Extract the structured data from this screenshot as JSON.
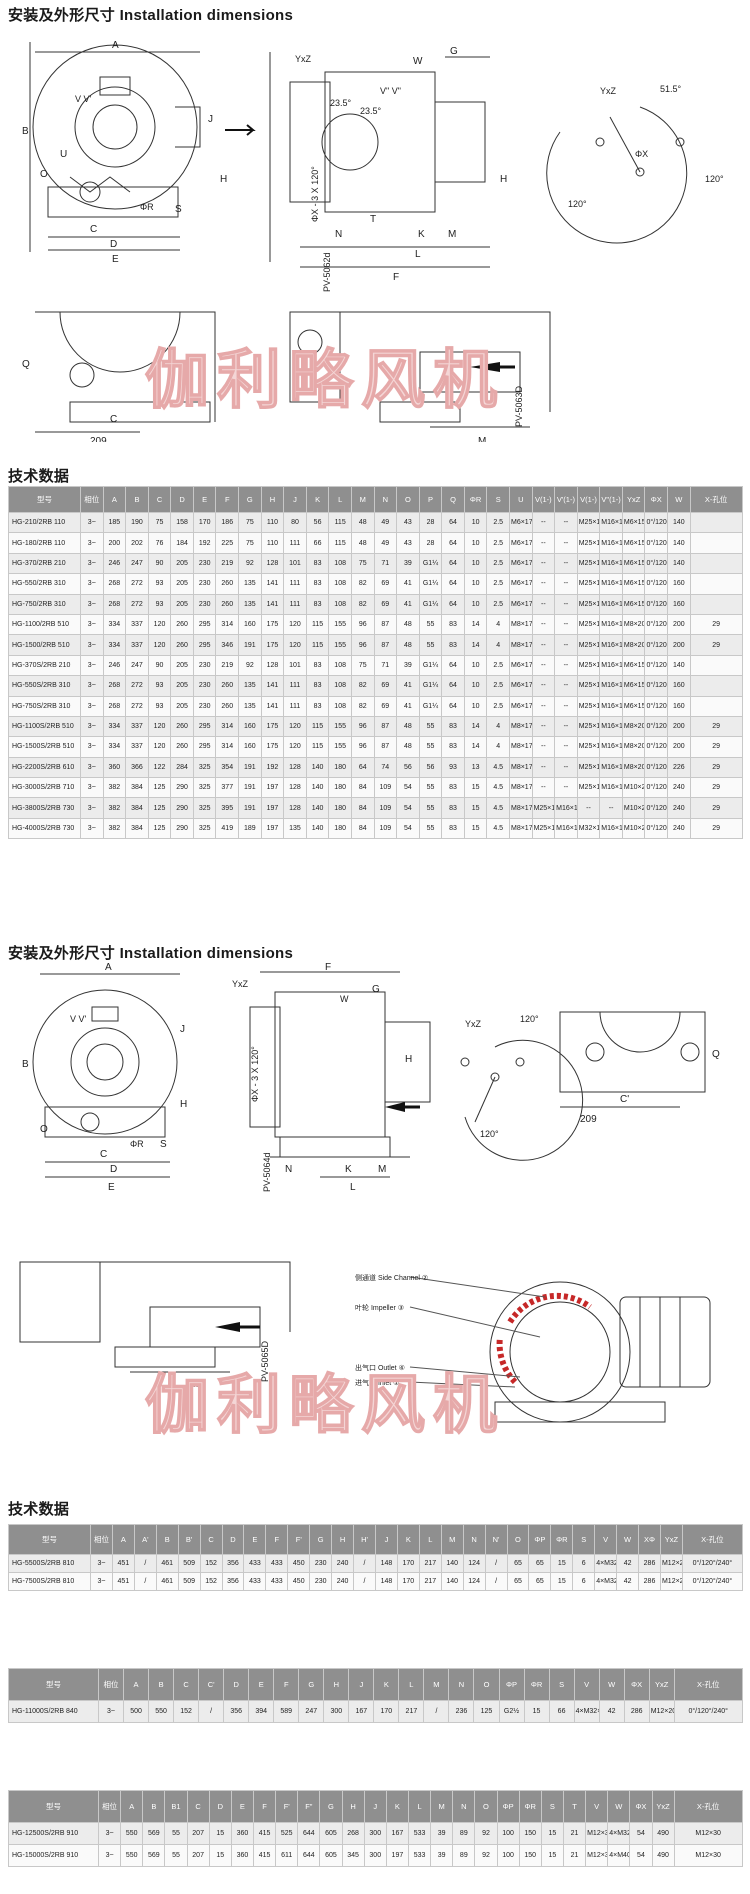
{
  "section1": {
    "title": "安装及外形尺寸 Installation dimensions",
    "drawing_labels": {
      "A": "A",
      "B": "B",
      "C": "C",
      "D": "D",
      "E": "E",
      "F": "F",
      "G": "G",
      "H": "H",
      "J": "J",
      "K": "K",
      "L": "L",
      "M": "M",
      "N": "N",
      "O": "O",
      "Q": "Q",
      "S": "S",
      "T": "T",
      "W": "W",
      "phi_r": "ΦR",
      "phi_x": "ΦX",
      "yxz": "YxZ",
      "vv": "V  V'",
      "vv2": "V\"  V\"",
      "angle_235a": "23.5°",
      "angle_235b": "23.5°",
      "angle_515": "51.5°",
      "angle_120a": "120°",
      "angle_120b": "120°",
      "phi_x_3x120": "ΦX - 3 X 120°",
      "pv5062": "PV-5062d",
      "pv5063": "PV-5063D",
      "dim_209": "209",
      "C2": "C",
      "M2": "M"
    }
  },
  "table1": {
    "heading": "技术数据",
    "group_header": "X-孔位",
    "columns": [
      "型号",
      "相位",
      "A",
      "B",
      "C",
      "D",
      "E",
      "F",
      "G",
      "H",
      "J",
      "K",
      "L",
      "M",
      "N",
      "O",
      "P",
      "Q",
      "ΦR",
      "S",
      "U",
      "V(1-)",
      "V'(1-)",
      "V(1-)",
      "V\"(1-)",
      "YxZ",
      "ΦX",
      "W"
    ],
    "rows": [
      [
        "HG-210/2RB 110",
        "3~",
        "185",
        "190",
        "75",
        "158",
        "170",
        "186",
        "75",
        "110",
        "80",
        "56",
        "115",
        "48",
        "49",
        "43",
        "28",
        "64",
        "10",
        "2.5",
        "M6×17",
        "--",
        "--",
        "M25×1.5",
        "M16×1.5",
        "M6×15",
        "0°/120°/240°",
        "140",
        ""
      ],
      [
        "HG-180/2RB 110",
        "3~",
        "200",
        "202",
        "76",
        "184",
        "192",
        "225",
        "75",
        "110",
        "111",
        "66",
        "115",
        "48",
        "49",
        "43",
        "28",
        "64",
        "10",
        "2.5",
        "M6×17",
        "--",
        "--",
        "M25×1.5",
        "M16×1.5",
        "M6×15",
        "0°/120°/240°",
        "140",
        ""
      ],
      [
        "HG-370/2RB 210",
        "3~",
        "246",
        "247",
        "90",
        "205",
        "230",
        "219",
        "92",
        "128",
        "101",
        "83",
        "108",
        "75",
        "71",
        "39",
        "G1¼",
        "64",
        "10",
        "2.5",
        "M6×17",
        "--",
        "--",
        "M25×1.5",
        "M16×1.5",
        "M6×15",
        "0°/120°/240°",
        "140",
        ""
      ],
      [
        "HG-550/2RB 310",
        "3~",
        "268",
        "272",
        "93",
        "205",
        "230",
        "260",
        "135",
        "141",
        "111",
        "83",
        "108",
        "82",
        "69",
        "41",
        "G1¼",
        "64",
        "10",
        "2.5",
        "M6×17",
        "--",
        "--",
        "M25×1.5",
        "M16×1.5",
        "M6×15",
        "0°/120°/240°",
        "160",
        ""
      ],
      [
        "HG-750/2RB 310",
        "3~",
        "268",
        "272",
        "93",
        "205",
        "230",
        "260",
        "135",
        "141",
        "111",
        "83",
        "108",
        "82",
        "69",
        "41",
        "G1¼",
        "64",
        "10",
        "2.5",
        "M6×17",
        "--",
        "--",
        "M25×1.5",
        "M16×1.5",
        "M6×15",
        "0°/120°/240°",
        "160",
        ""
      ],
      [
        "HG-1100/2RB 510",
        "3~",
        "334",
        "337",
        "120",
        "260",
        "295",
        "314",
        "160",
        "175",
        "120",
        "115",
        "155",
        "96",
        "87",
        "48",
        "55",
        "83",
        "14",
        "4",
        "M8×17",
        "--",
        "--",
        "M25×1.5",
        "M16×1.5",
        "M8×20",
        "0°/120°/240°",
        "200",
        "29"
      ],
      [
        "HG-1500/2RB 510",
        "3~",
        "334",
        "337",
        "120",
        "260",
        "295",
        "346",
        "191",
        "175",
        "120",
        "115",
        "155",
        "96",
        "87",
        "48",
        "55",
        "83",
        "14",
        "4",
        "M8×17",
        "--",
        "--",
        "M25×1.5",
        "M16×1.5",
        "M8×20",
        "0°/120°/240°",
        "200",
        "29"
      ],
      [
        "HG-370S/2RB 210",
        "3~",
        "246",
        "247",
        "90",
        "205",
        "230",
        "219",
        "92",
        "128",
        "101",
        "83",
        "108",
        "75",
        "71",
        "39",
        "G1¼",
        "64",
        "10",
        "2.5",
        "M6×17",
        "--",
        "--",
        "M25×1.5",
        "M16×1.5",
        "M6×15",
        "0°/120°/240°",
        "140",
        ""
      ],
      [
        "HG-550S/2RB 310",
        "3~",
        "268",
        "272",
        "93",
        "205",
        "230",
        "260",
        "135",
        "141",
        "111",
        "83",
        "108",
        "82",
        "69",
        "41",
        "G1¼",
        "64",
        "10",
        "2.5",
        "M6×17",
        "--",
        "--",
        "M25×1.5",
        "M16×1.5",
        "M6×15",
        "0°/120°/240°",
        "160",
        ""
      ],
      [
        "HG-750S/2RB 310",
        "3~",
        "268",
        "272",
        "93",
        "205",
        "230",
        "260",
        "135",
        "141",
        "111",
        "83",
        "108",
        "82",
        "69",
        "41",
        "G1¼",
        "64",
        "10",
        "2.5",
        "M6×17",
        "--",
        "--",
        "M25×1.5",
        "M16×1.5",
        "M6×15",
        "0°/120°/240°",
        "160",
        ""
      ],
      [
        "HG-1100S/2RB 510",
        "3~",
        "334",
        "337",
        "120",
        "260",
        "295",
        "314",
        "160",
        "175",
        "120",
        "115",
        "155",
        "96",
        "87",
        "48",
        "55",
        "83",
        "14",
        "4",
        "M8×17",
        "--",
        "--",
        "M25×1.5",
        "M16×1.5",
        "M8×20",
        "0°/120°/240°",
        "200",
        "29"
      ],
      [
        "HG-1500S/2RB 510",
        "3~",
        "334",
        "337",
        "120",
        "260",
        "295",
        "314",
        "160",
        "175",
        "120",
        "115",
        "155",
        "96",
        "87",
        "48",
        "55",
        "83",
        "14",
        "4",
        "M8×17",
        "--",
        "--",
        "M25×1.5",
        "M16×1.5",
        "M8×20",
        "0°/120°/240°",
        "200",
        "29"
      ],
      [
        "HG-2200S/2RB 610",
        "3~",
        "360",
        "366",
        "122",
        "284",
        "325",
        "354",
        "191",
        "192",
        "128",
        "140",
        "180",
        "64",
        "74",
        "56",
        "56",
        "93",
        "13",
        "4.5",
        "M8×17",
        "--",
        "--",
        "M25×1.5",
        "M16×1.5",
        "M8×20",
        "0°/120°/240°",
        "226",
        "29"
      ],
      [
        "HG-3000S/2RB 710",
        "3~",
        "382",
        "384",
        "125",
        "290",
        "325",
        "377",
        "191",
        "197",
        "128",
        "140",
        "180",
        "84",
        "109",
        "54",
        "55",
        "83",
        "15",
        "4.5",
        "M8×17",
        "--",
        "--",
        "M25×1.5",
        "M16×1.5",
        "M10×20",
        "0°/120°/240°",
        "240",
        "29"
      ],
      [
        "HG-3800S/2RB 730",
        "3~",
        "382",
        "384",
        "125",
        "290",
        "325",
        "395",
        "191",
        "197",
        "128",
        "140",
        "180",
        "84",
        "109",
        "54",
        "55",
        "83",
        "15",
        "4.5",
        "M8×17",
        "M25×1.5",
        "M16×1.5",
        "--",
        "--",
        "M10×20",
        "0°/120°/240°",
        "240",
        "29"
      ],
      [
        "HG-4000S/2RB 730",
        "3~",
        "382",
        "384",
        "125",
        "290",
        "325",
        "419",
        "189",
        "197",
        "135",
        "140",
        "180",
        "84",
        "109",
        "54",
        "55",
        "83",
        "15",
        "4.5",
        "M8×17",
        "M25×1.5",
        "M16×1.5",
        "M32×1.6",
        "M16×1.5",
        "M10×20",
        "0°/120°/240°",
        "240",
        "29"
      ]
    ]
  },
  "section2": {
    "title": "安装及外形尺寸 Installation dimensions",
    "drawing_labels": {
      "A": "A",
      "B": "B",
      "C": "C",
      "D": "D",
      "E": "E",
      "F": "F",
      "G": "G",
      "H": "H",
      "J": "J",
      "K": "K",
      "L": "L",
      "M": "M",
      "N": "N",
      "O": "O",
      "Q": "Q",
      "S": "S",
      "phi_r": "ΦR",
      "yxz": "YxZ",
      "vv": "V  V'",
      "w": "W",
      "angle_120a": "120°",
      "angle_120b": "120°",
      "phi_x_3x120": "ΦX - 3 X 120°",
      "pv5064": "PV-5064d",
      "pv5065": "PV-5065D",
      "dim_209": "209",
      "C2": "C'",
      "M2": "M",
      "side_channel": "侧通道 Side Channel ②",
      "impeller": "叶轮 Impeller ③",
      "outlet": "出气口 Outlet ④",
      "inlet": "进气口 Inlet ①"
    }
  },
  "table2": {
    "heading": "技术数据",
    "group_header": "X-孔位",
    "columns": [
      "型号",
      "相位",
      "A",
      "A'",
      "B",
      "B'",
      "C",
      "D",
      "E",
      "F",
      "F'",
      "G",
      "H",
      "H'",
      "J",
      "K",
      "L",
      "M",
      "N",
      "N'",
      "O",
      "ΦP",
      "ΦR",
      "S",
      "V",
      "W",
      "XΦ",
      "YxZ"
    ],
    "rows": [
      [
        "HG-5500S/2RB 810",
        "3~",
        "451",
        "/",
        "461",
        "509",
        "152",
        "356",
        "433",
        "433",
        "450",
        "230",
        "240",
        "/",
        "148",
        "170",
        "217",
        "140",
        "124",
        "/",
        "65",
        "65",
        "15",
        "6",
        "4×M32×1.5",
        "42",
        "286",
        "M12×20",
        "0°/120°/240°"
      ],
      [
        "HG-7500S/2RB 810",
        "3~",
        "451",
        "/",
        "461",
        "509",
        "152",
        "356",
        "433",
        "433",
        "450",
        "230",
        "240",
        "/",
        "148",
        "170",
        "217",
        "140",
        "124",
        "/",
        "65",
        "65",
        "15",
        "6",
        "4×M32×1.5",
        "42",
        "286",
        "M12×20",
        "0°/120°/240°"
      ]
    ]
  },
  "table3": {
    "group_header": "X-孔位",
    "columns": [
      "型号",
      "相位",
      "A",
      "B",
      "C",
      "C'",
      "D",
      "E",
      "F",
      "G",
      "H",
      "J",
      "K",
      "L",
      "M",
      "N",
      "O",
      "ΦP",
      "ΦR",
      "S",
      "V",
      "W",
      "ΦX",
      "YxZ"
    ],
    "rows": [
      [
        "HG-11000S/2RB 840",
        "3~",
        "500",
        "550",
        "152",
        "/",
        "356",
        "394",
        "589",
        "247",
        "300",
        "167",
        "170",
        "217",
        "/",
        "236",
        "125",
        "G2½",
        "15",
        "66",
        "4×M32×1.5",
        "42",
        "286",
        "M12×20",
        "0°/120°/240°"
      ]
    ]
  },
  "table4": {
    "group_header": "X-孔位",
    "columns": [
      "型号",
      "相位",
      "A",
      "B",
      "B1",
      "C",
      "D",
      "E",
      "F",
      "F'",
      "F\"",
      "G",
      "H",
      "J",
      "K",
      "L",
      "M",
      "N",
      "O",
      "ΦP",
      "ΦR",
      "S",
      "T",
      "V",
      "W",
      "ΦX",
      "YxZ"
    ],
    "rows": [
      [
        "HG-12500S/2RB 910",
        "3~",
        "550",
        "569",
        "55",
        "207",
        "15",
        "360",
        "415",
        "525",
        "644",
        "605",
        "268",
        "300",
        "167",
        "533",
        "39",
        "89",
        "92",
        "100",
        "150",
        "15",
        "21",
        "M12×30",
        "4×M32×1.5",
        "54",
        "490",
        "M12×30",
        "0°/120°/240°"
      ],
      [
        "HG-15000S/2RB 910",
        "3~",
        "550",
        "569",
        "55",
        "207",
        "15",
        "360",
        "415",
        "611",
        "644",
        "605",
        "345",
        "300",
        "197",
        "533",
        "39",
        "89",
        "92",
        "100",
        "150",
        "15",
        "21",
        "M12×30",
        "4×M40×1.5",
        "54",
        "490",
        "M12×30",
        "0°/120°/240°"
      ]
    ]
  },
  "watermark": "伽利略风机"
}
